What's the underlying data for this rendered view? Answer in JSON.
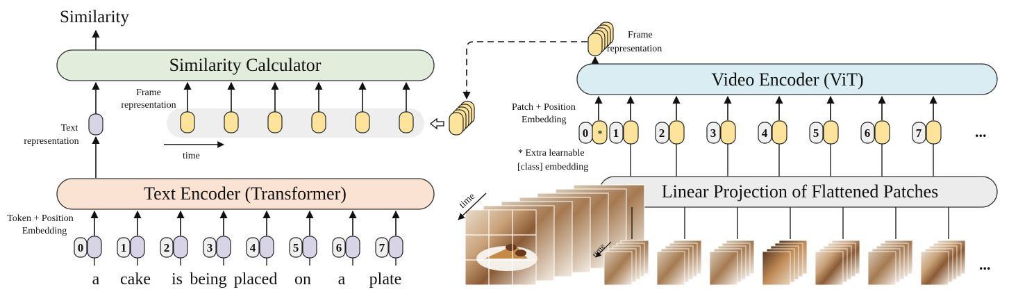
{
  "title": "Similarity",
  "left": {
    "similarity_calculator": "Similarity Calculator",
    "frame_representation": [
      "Frame",
      "representation"
    ],
    "text_representation": [
      "Text",
      "representation"
    ],
    "time_label": "time",
    "text_encoder": "Text Encoder (Transformer)",
    "token_embedding_label": [
      "Token + Position",
      "Embedding"
    ],
    "token_indices": [
      "0",
      "1",
      "2",
      "3",
      "4",
      "5",
      "6",
      "7"
    ],
    "words": [
      "a",
      "cake",
      "is",
      "being",
      "placed",
      "on",
      "a",
      "plate"
    ]
  },
  "right": {
    "frame_representation": [
      "Frame",
      "representation"
    ],
    "video_encoder": "Video Encoder (ViT)",
    "patch_embedding_label": [
      "Patch + Position",
      "Embedding"
    ],
    "patch_indices": [
      "0",
      "1",
      "2",
      "3",
      "4",
      "5",
      "6",
      "7"
    ],
    "class_token_marker": "*",
    "ellipsis": "...",
    "extra_note": [
      "* Extra learnable",
      "[class] embedding"
    ],
    "linear_projection": "Linear Projection of Flattened Patches",
    "time_label": "time",
    "time_label_small": "time"
  },
  "colors": {
    "calc_box": "#e3eddc",
    "text_encoder_box": "#fbe3d3",
    "video_encoder_box": "#d9edf3",
    "projection_box": "#ececec",
    "frame_pill": "#fde49a",
    "text_pill": "#d9d3e6",
    "index_pill": "#f0f0f0",
    "band": "#eeeeee"
  }
}
